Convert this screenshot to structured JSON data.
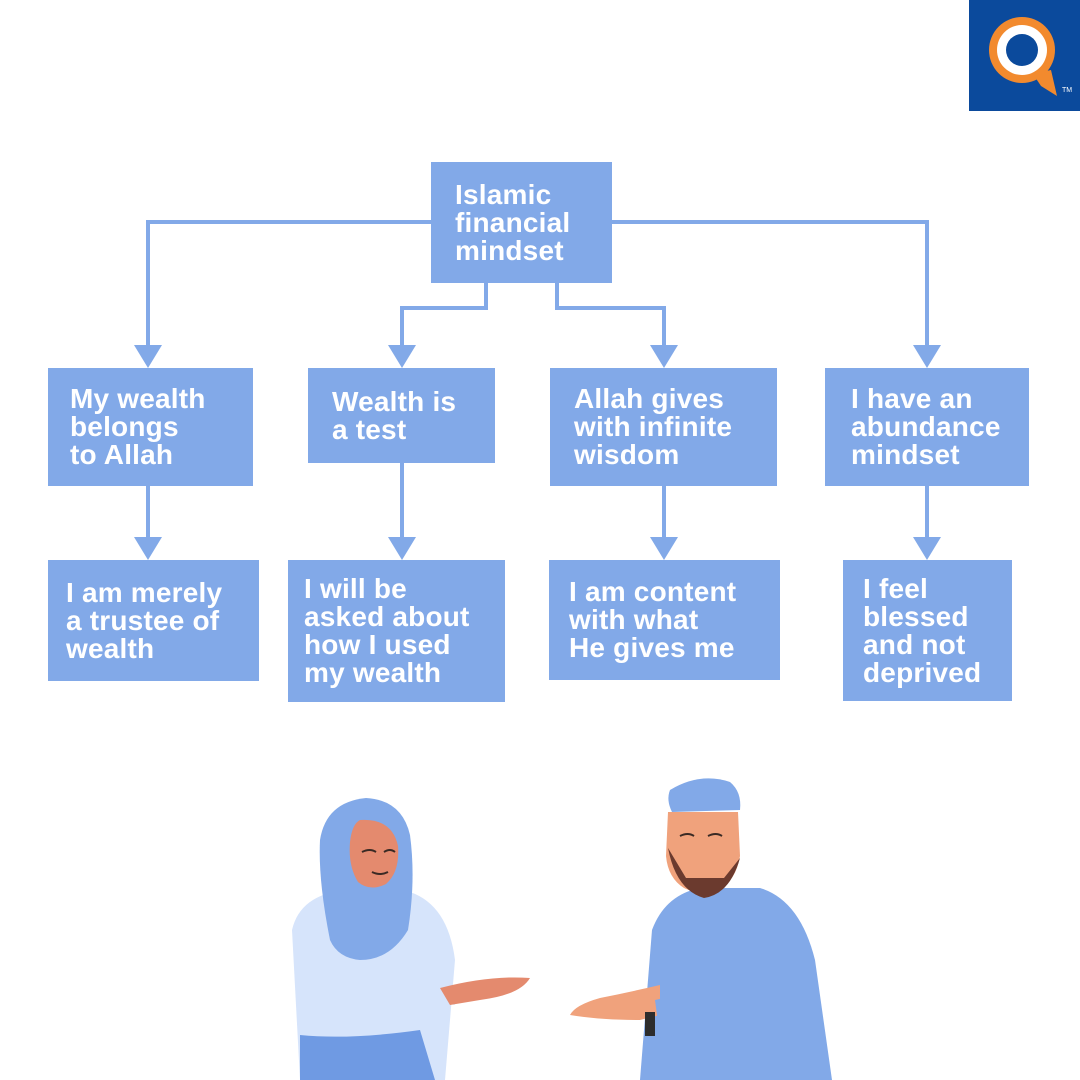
{
  "diagram": {
    "root": {
      "label": "Islamic\nfinancial\nmindset"
    },
    "branches": [
      {
        "belief": "My wealth\nbelongs\nto Allah",
        "outcome": "I am merely\na trustee of\nwealth"
      },
      {
        "belief": "Wealth is\na test",
        "outcome": "I will be\nasked about\nhow I used\nmy wealth"
      },
      {
        "belief": "Allah gives\nwith infinite\nwisdom",
        "outcome": "I am content\nwith what\nHe gives me"
      },
      {
        "belief": "I have an\nabundance\nmindset",
        "outcome": "I feel\nblessed\nand not\ndeprived"
      }
    ]
  },
  "logo": {
    "icon": "magnifier-q-icon",
    "trademark": "TM"
  },
  "colors": {
    "box": "#82a9e8",
    "connector": "#82a9e8",
    "logo_bg": "#0b4a9c",
    "logo_accent": "#f28a2e"
  },
  "illustration": {
    "icon": "two-people-talking-illustration"
  }
}
